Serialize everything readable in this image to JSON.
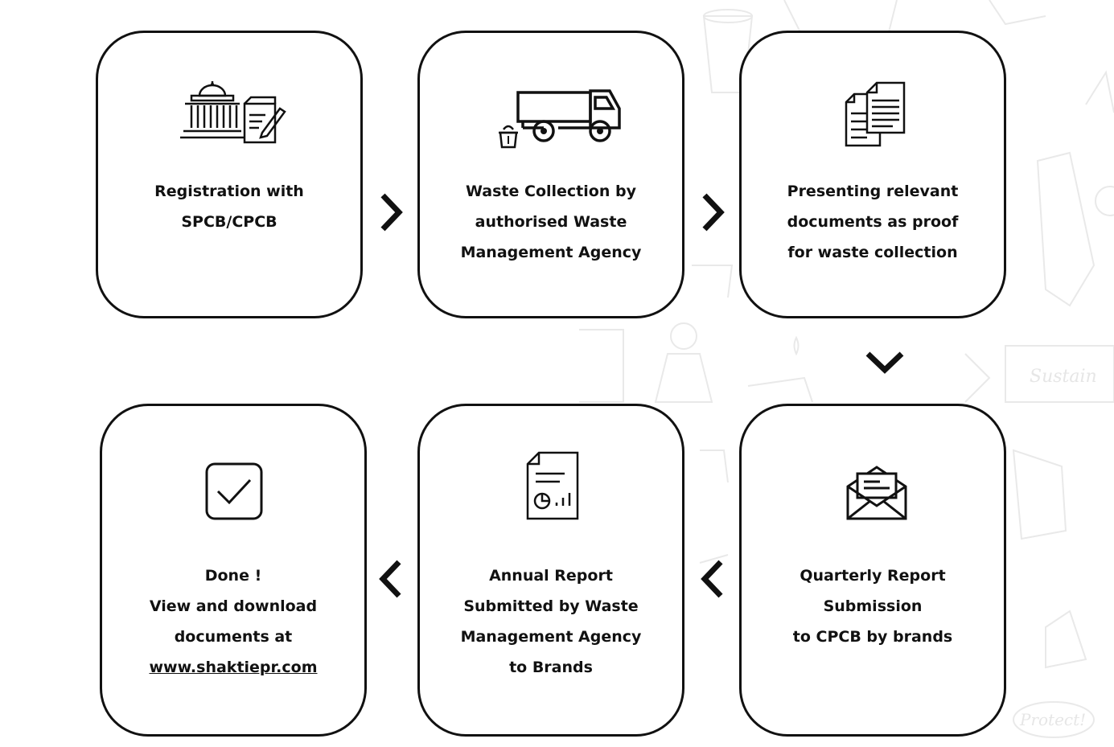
{
  "steps": [
    {
      "id": "registration",
      "lines": [
        "Registration with",
        "SPCB/CPCB"
      ]
    },
    {
      "id": "collection",
      "lines": [
        "Waste Collection by",
        "authorised Waste",
        "Management Agency"
      ]
    },
    {
      "id": "documents",
      "lines": [
        "Presenting relevant",
        "documents as proof",
        "for waste collection"
      ]
    },
    {
      "id": "quarterly",
      "lines": [
        "Quarterly Report",
        "Submission",
        "to CPCB by brands"
      ]
    },
    {
      "id": "annual",
      "lines": [
        "Annual Report",
        "Submitted by Waste",
        "Management Agency",
        "to Brands"
      ]
    },
    {
      "id": "done",
      "lines": [
        "Done !",
        "View and download",
        "documents at"
      ],
      "link": "www.shaktiepr.com"
    }
  ],
  "background": {
    "doodle_text": [
      "Sustain",
      "Protect!"
    ]
  }
}
